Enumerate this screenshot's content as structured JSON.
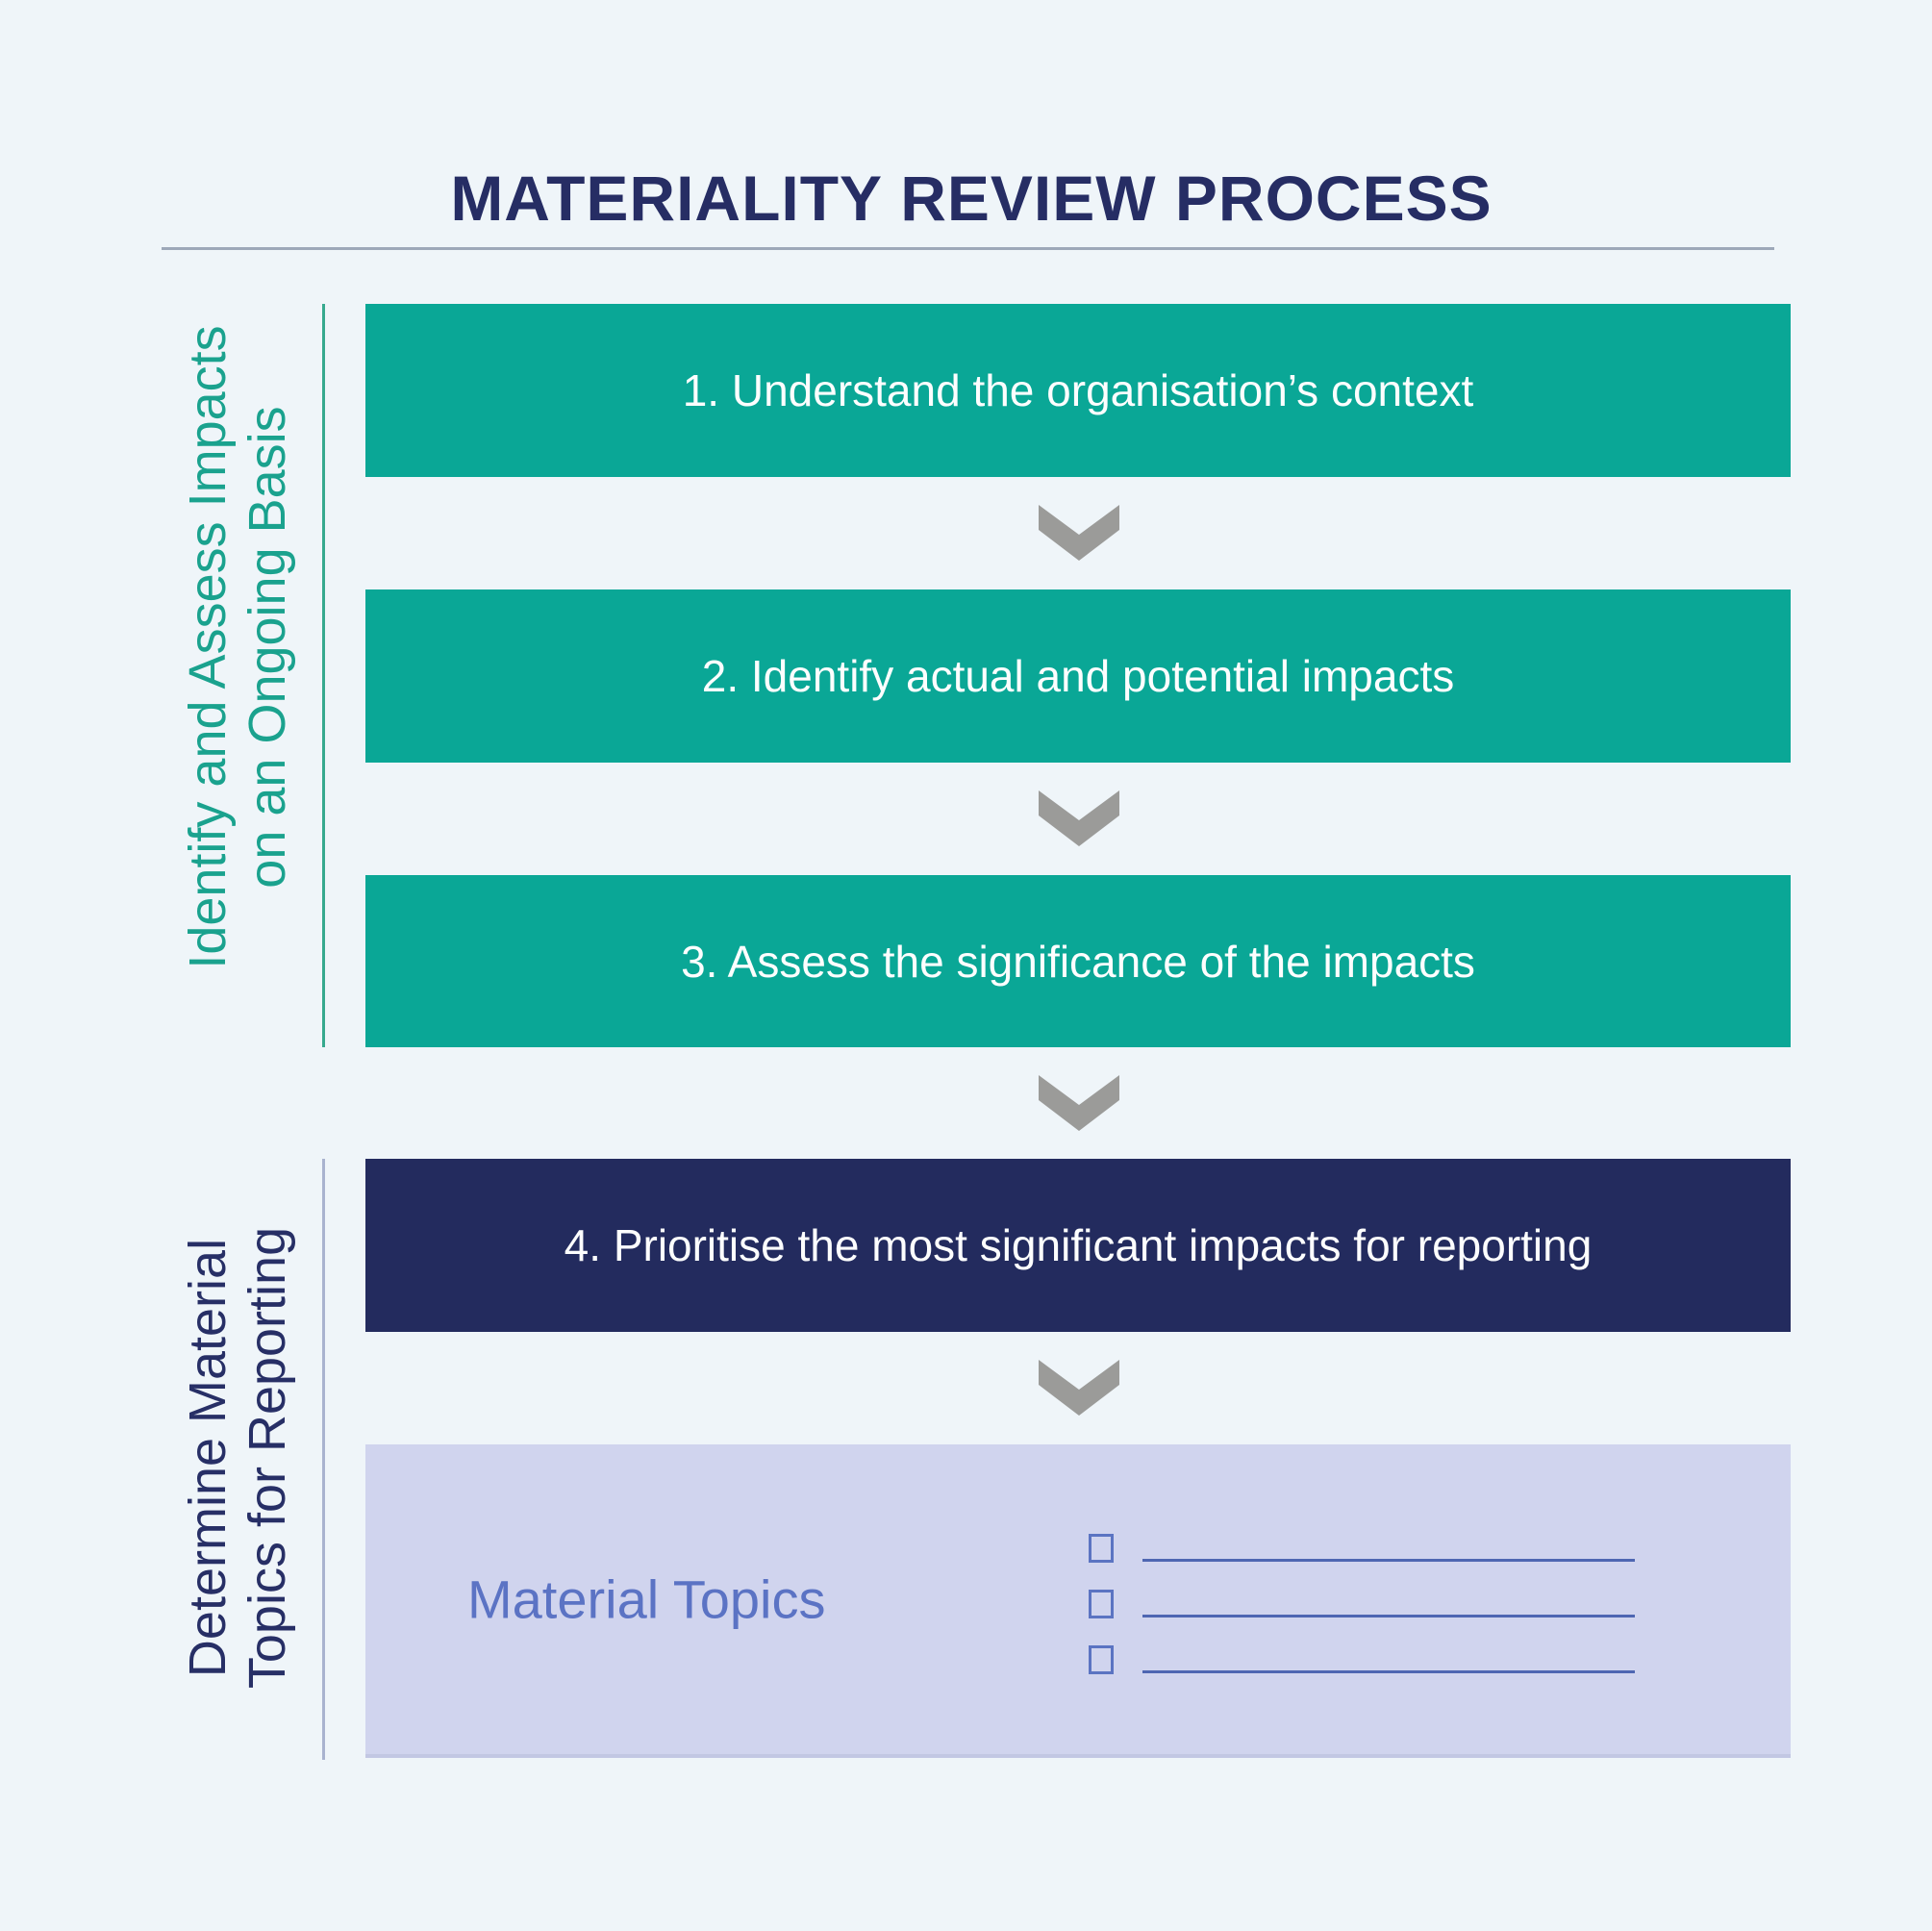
{
  "title": "MATERIALITY REVIEW PROCESS",
  "groups": [
    {
      "id": "identify-assess",
      "label_line1": "Identify and Assess Impacts",
      "label_line2": "on an Ongoing Basis",
      "accent_color": "#36a98e",
      "text_color": "#1aa28e"
    },
    {
      "id": "determine-material",
      "label_line1": "Determine Material",
      "label_line2": "Topics for Reporting",
      "accent_color": "#a9b3cf",
      "text_color": "#272f66"
    }
  ],
  "steps": [
    {
      "text": "1. Understand the organisation’s context",
      "bg": "#0aa796"
    },
    {
      "text": "2. Identify actual and potential impacts",
      "bg": "#0aa796"
    },
    {
      "text": "3. Assess the significance of the impacts",
      "bg": "#0aa796"
    },
    {
      "text": "4. Prioritise the most significant impacts for reporting",
      "bg": "#232b5e"
    }
  ],
  "output_box": {
    "label": "Material Topics",
    "label_color": "#5b73c4",
    "bg": "#d0d4ee",
    "checklist_rows": 3
  },
  "icons": {
    "connector": "chevron-down-icon"
  },
  "colors": {
    "background": "#eff5f9",
    "title": "#262d64",
    "rule": "#9da8b9",
    "chevron": "#9b9b99",
    "step_text": "#fdfefe",
    "checkbox_border": "#5b74c2",
    "checkbox_line": "#4e66b2"
  }
}
